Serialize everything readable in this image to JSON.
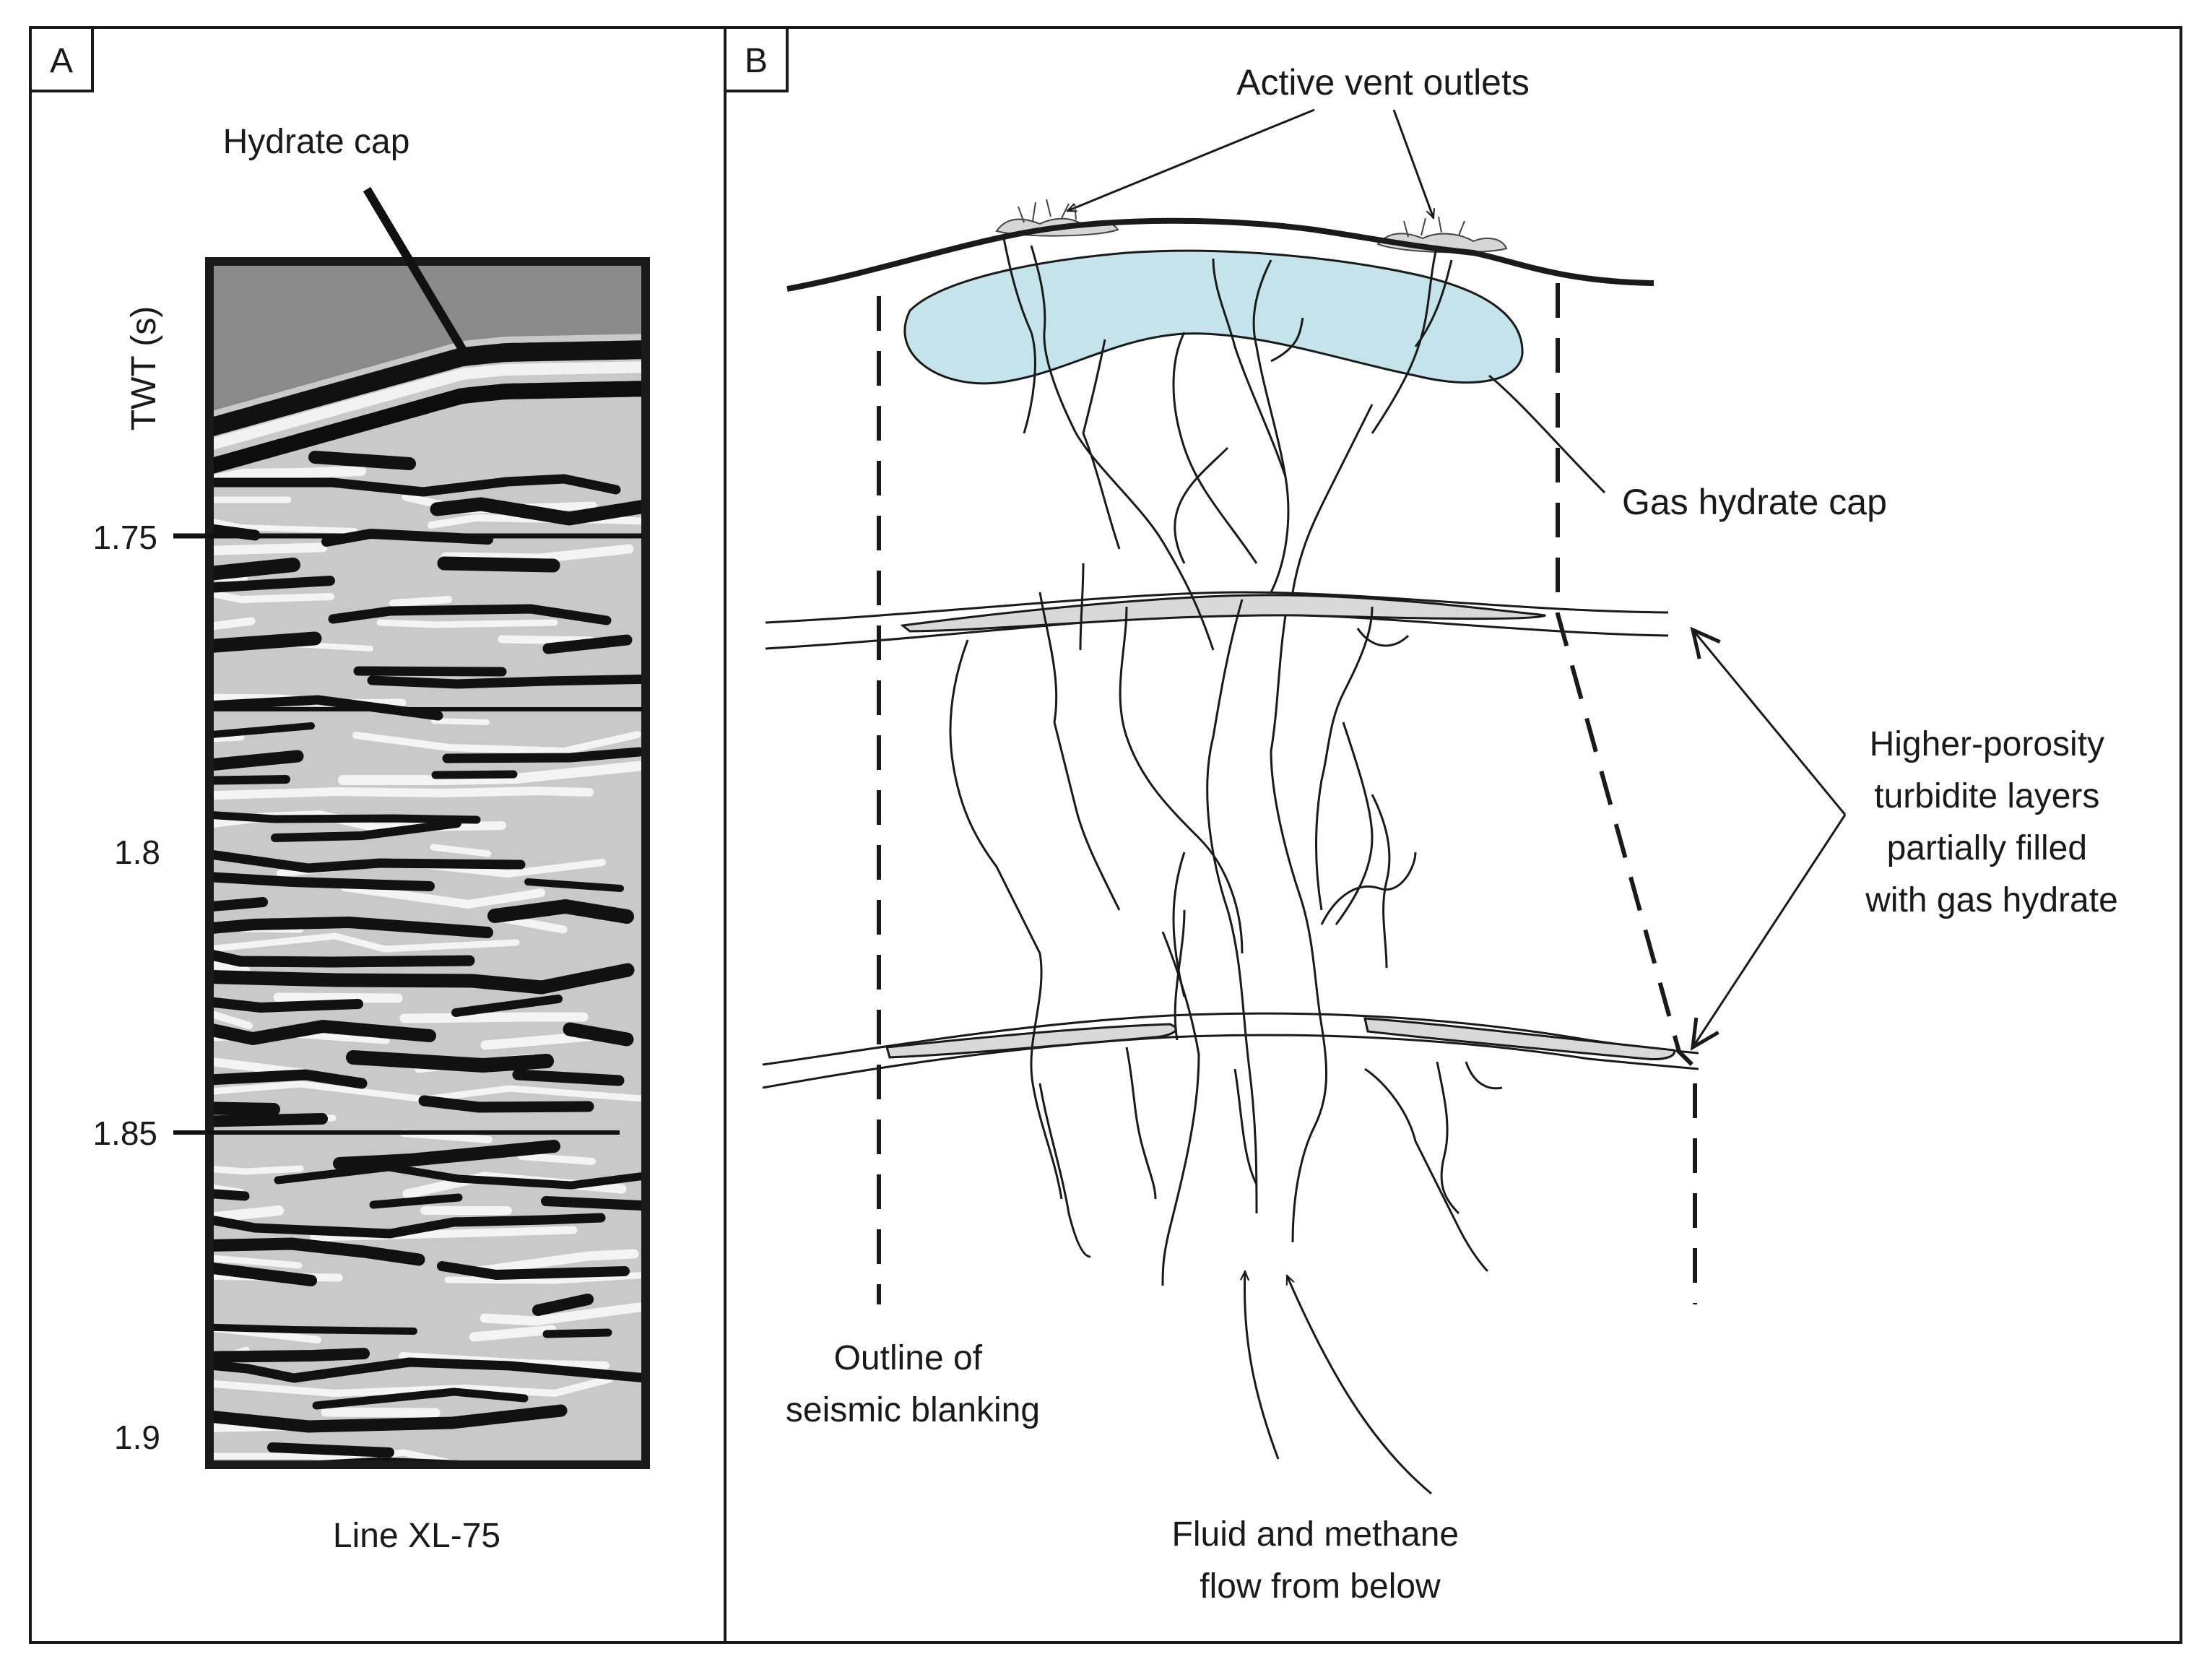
{
  "panel_a": {
    "letter": "A",
    "cap_label": "Hydrate cap",
    "axis_label": "TWT (s)",
    "ticks": [
      "1.75",
      "1.8",
      "1.85",
      "1.9"
    ],
    "caption": "Line XL-75"
  },
  "panel_b": {
    "letter": "B",
    "vent_label": "Active vent outlets",
    "cap_label": "Gas hydrate cap",
    "layers_label": [
      "Higher-porosity",
      "turbidite layers",
      "partially filled",
      "with gas hydrate"
    ],
    "blanking_label": [
      "Outline of",
      "seismic blanking"
    ],
    "flow_label": [
      "Fluid and methane",
      "flow from below"
    ]
  },
  "colors": {
    "hydrate_fill": "#c5e3ea",
    "lens_fill": "#d9d9d9",
    "ink": "#1a1a1a",
    "water": "#8a8a8a"
  }
}
